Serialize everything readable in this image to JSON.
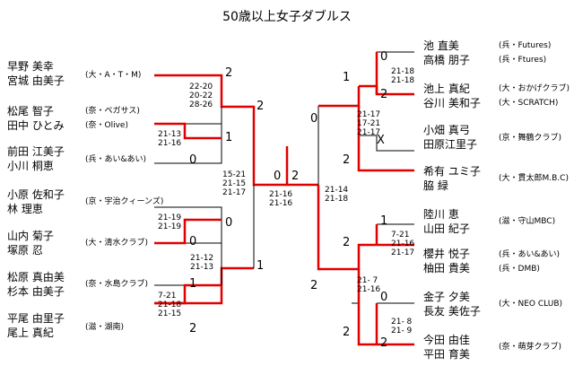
{
  "title": "50歳以上女子ダブルス",
  "left_pairs": [
    {
      "p1": "早野 美幸",
      "p2": "宮城 由美子",
      "club": "(大・A・T・M)"
    },
    {
      "p1": "松尾 智子",
      "p2": "田中 ひとみ",
      "club1": "(奈・ペガサス)",
      "club2": "(奈・Olive)"
    },
    {
      "p1": "前田 江美子",
      "p2": "小川 桐恵",
      "club": "(兵・あい&あい)"
    },
    {
      "p1": "小原 佐和子",
      "p2": "林 理恵",
      "club": "(京・宇治クィーンズ)"
    },
    {
      "p1": "山内 菊子",
      "p2": "塚原 忍",
      "club": "(大・清水クラブ)"
    },
    {
      "p1": "松原 真由美",
      "p2": "杉本 由美子",
      "club": "(奈・水島クラブ)"
    },
    {
      "p1": "平尾 由里子",
      "p2": "尾上 真紀",
      "club": "(滋・湖南)"
    }
  ],
  "right_pairs": [
    {
      "p1": "池 直美",
      "p2": "高橋 朋子",
      "club1": "(兵・Futures)",
      "club2": "(兵・Ftures)"
    },
    {
      "p1": "池上 真紀",
      "p2": "谷川 美和子",
      "club1": "(大・おかげクラブ)",
      "club2": "(大・SCRATCH)"
    },
    {
      "p1": "小畑 真弓",
      "p2": "田原江里子",
      "club": "(京・舞鶴クラブ)"
    },
    {
      "p1": "希有 ユミ子",
      "p2": "脇 緑",
      "club": "(大・貫太郎M.B.C)"
    },
    {
      "p1": "陸川 恵",
      "p2": "山田 紀子",
      "club": "(滋・守山MBC)"
    },
    {
      "p1": "櫻井 悦子",
      "p2": "柚田 貴美",
      "club1": "(兵・あい&あい)",
      "club2": "(兵・DMB)"
    },
    {
      "p1": "金子 夕美",
      "p2": "長友 美佐子",
      "club": "(大・NEO CLUB)"
    },
    {
      "p1": "今田 由佳",
      "p2": "平田 育美",
      "club": "(奈・萌芽クラブ)"
    }
  ],
  "scores": {
    "l_r1_a": [
      "22-20",
      "20-22",
      "28-26"
    ],
    "l_r1_b": [
      "21-13",
      "21-16"
    ],
    "l_r1_c": [
      "21-19",
      "21-19"
    ],
    "l_r1_d": [
      "21-12",
      "21-13"
    ],
    "l_r1_e": [
      "7-21",
      "21-18",
      "21-15"
    ],
    "l_sf": [
      "15-21",
      "21-15",
      "21-17"
    ],
    "final": [
      "21-16",
      "21-16"
    ],
    "r_sf": [
      "21-14",
      "21-18"
    ],
    "r_r1_a": [
      "21-18",
      "21-18"
    ],
    "r_r2_a": [
      "21-17",
      "17-21",
      "21-17"
    ],
    "r_r1_c": [
      "7-21",
      "21-16",
      "21-17"
    ],
    "r_r2_b": [
      "21- 7",
      "21-16"
    ],
    "r_r1_d": [
      "21- 8",
      "21- 9"
    ]
  },
  "rounds": {
    "l1": "2",
    "l2": "0",
    "l3": "1",
    "l4": "0",
    "l5": "0",
    "l6": "2",
    "l7": "1",
    "l8": "2",
    "lq1": "2",
    "lq2": "1",
    "lf": "0",
    "rf": "2",
    "rs1": "0",
    "rs2": "2",
    "r1": "0",
    "r2": "2",
    "r3": "1",
    "r4": "X",
    "r5": "2",
    "r6": "1",
    "r7": "0",
    "r8": "2",
    "r9": "0",
    "r10": "2",
    "rq1": "2",
    "rq2": "2"
  },
  "colors": {
    "win": "#e00000",
    "loss": "#000000"
  }
}
